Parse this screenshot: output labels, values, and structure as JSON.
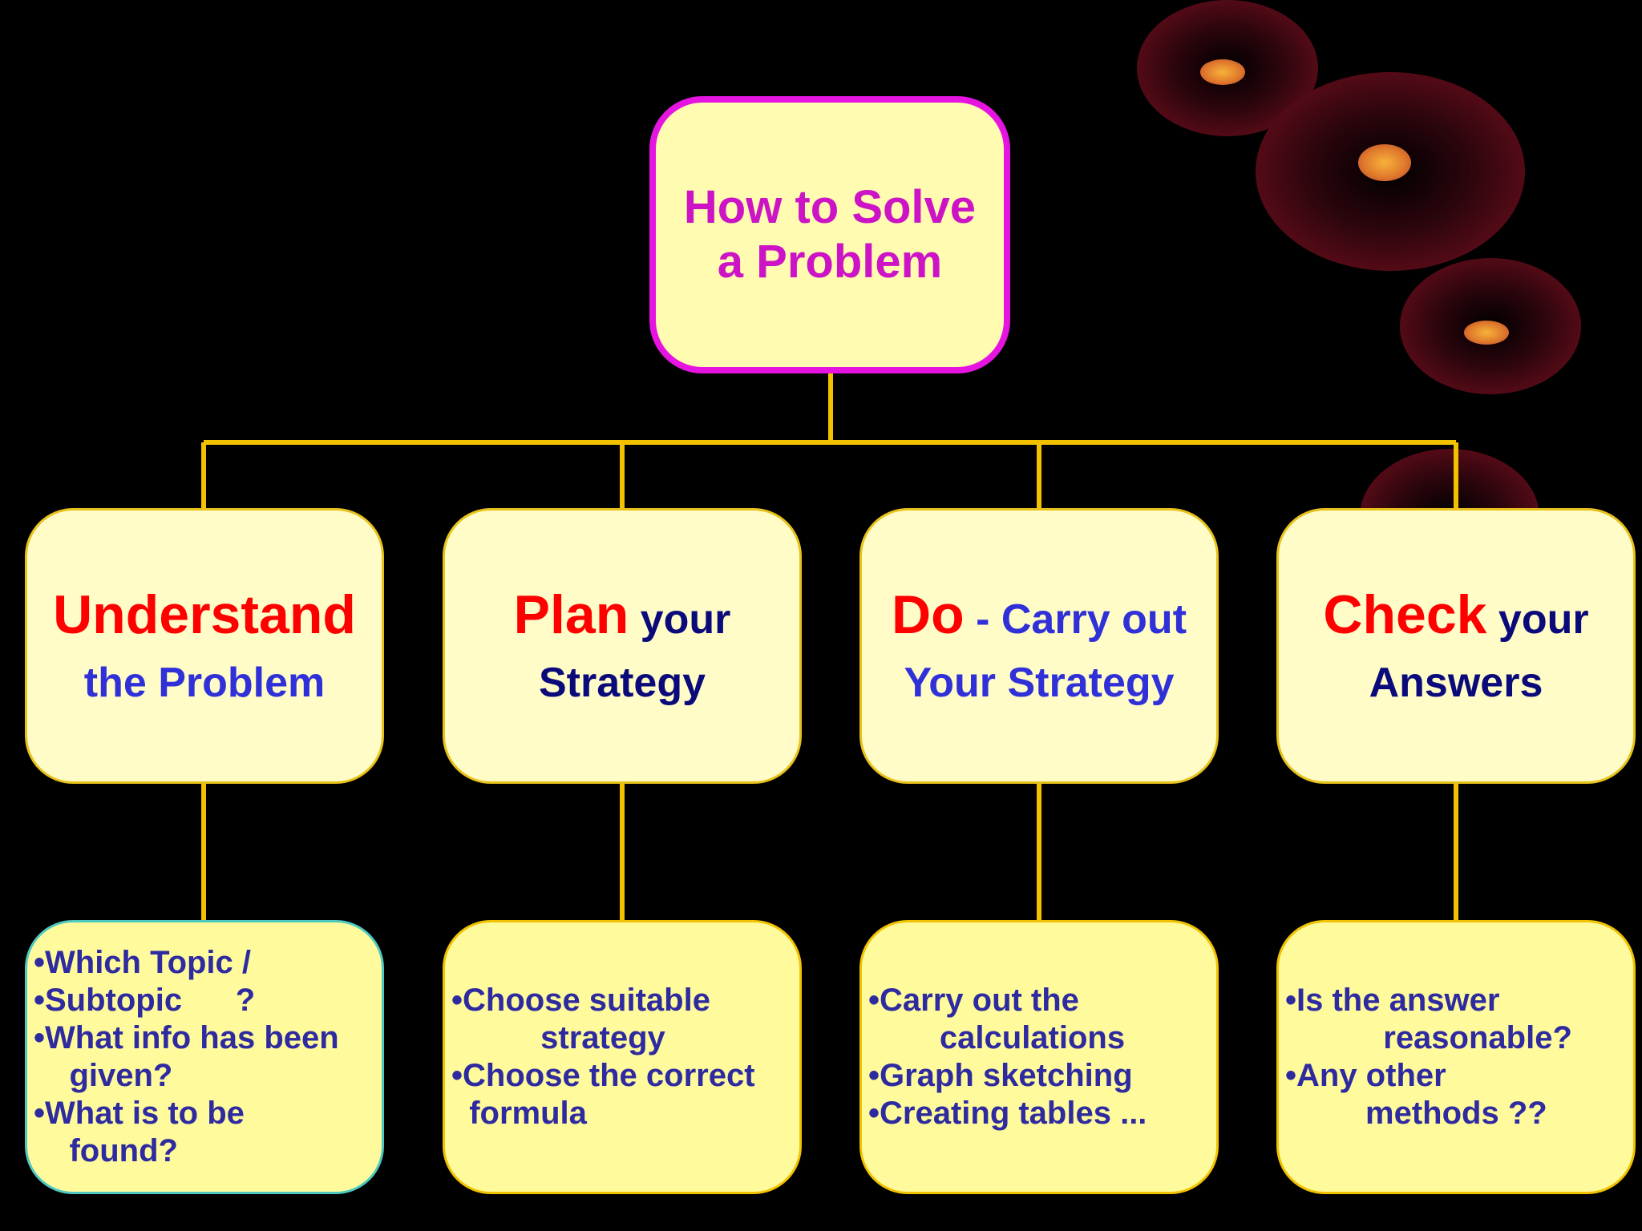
{
  "colors": {
    "background": "#000000",
    "connector": "#f2c200",
    "root_border": "#e614e0",
    "root_text": "#cc14c6",
    "box_fill": "#fffbb0",
    "accent_red": "#ff0000",
    "blue_light": "#3030d8",
    "blue_dark": "#0a0a7a",
    "detail_text": "#2e2aa0",
    "decoration": "#7a1020"
  },
  "root": {
    "title": "How to Solve\na Problem"
  },
  "steps": [
    {
      "keyword": "Understand",
      "rest": "",
      "line2": "the Problem",
      "text_color": "#3030d8",
      "details": [
        "•Which Topic /",
        "•Subtopic      ?",
        "•What info has been",
        "    given?",
        "•What is to be",
        "    found?"
      ]
    },
    {
      "keyword": "Plan",
      "rest": " your",
      "line2": "Strategy",
      "text_color": "#0a0a7a",
      "details": [
        "",
        "•Choose suitable",
        "          strategy",
        "•Choose the correct",
        "  formula",
        ""
      ]
    },
    {
      "keyword": "Do",
      "rest": " - Carry out",
      "line2": "Your Strategy",
      "text_color": "#3030d8",
      "details": [
        "•Carry out the",
        "        calculations",
        "",
        "•Graph sketching",
        "",
        "•Creating tables ..."
      ]
    },
    {
      "keyword": "Check",
      "rest": " your",
      "line2": "Answers",
      "text_color": "#0a0a7a",
      "details": [
        "•Is the answer",
        "           reasonable?",
        "",
        "•Any other",
        "         methods ??",
        ""
      ]
    }
  ]
}
